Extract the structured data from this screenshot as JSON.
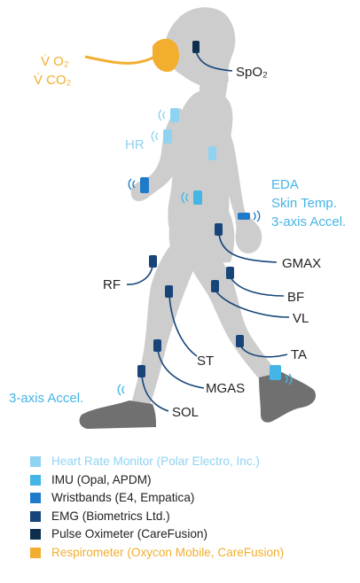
{
  "labels": {
    "vo2": "V̇ O₂",
    "vco2": "V̇ CO₂",
    "spo2": "SpO₂",
    "hr": "HR",
    "eda": "EDA",
    "skin_temp": "Skin Temp.",
    "accel_wrist": "3-axis Accel.",
    "gmax": "GMAX",
    "rf": "RF",
    "bf": "BF",
    "vl": "VL",
    "ta": "TA",
    "st": "ST",
    "mgas": "MGAS",
    "accel_ankle": "3-axis Accel.",
    "sol": "SOL"
  },
  "legend": [
    {
      "label": "Heart Rate Monitor (Polar Electro, Inc.)",
      "color": "#8fd3f2",
      "text_color": "#8fd3f2"
    },
    {
      "label": "IMU (Opal, APDM)",
      "color": "#45b5e6",
      "text_color": "#222222"
    },
    {
      "label": "Wristbands (E4, Empatica)",
      "color": "#1f7bc9",
      "text_color": "#222222"
    },
    {
      "label": "EMG (Biometrics Ltd.)",
      "color": "#17457a",
      "text_color": "#222222"
    },
    {
      "label": "Pulse Oximeter (CareFusion)",
      "color": "#0d2e4d",
      "text_color": "#222222"
    },
    {
      "label": "Respirometer (Oxycon Mobile, CareFusion)",
      "color": "#f2ae2f",
      "text_color": "#f2ae2f"
    }
  ],
  "colors": {
    "body": "#cdcdcd",
    "shoe": "#707070",
    "leader": "#17457a",
    "hr": "#8fd3f2",
    "imu": "#45b5e6",
    "wristband": "#1f7bc9",
    "emg": "#17457a",
    "oximeter": "#0d2e4d",
    "respirometer": "#f2ae2f"
  }
}
